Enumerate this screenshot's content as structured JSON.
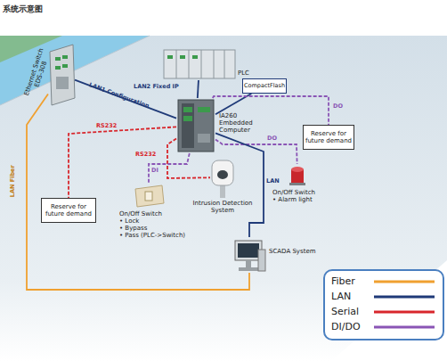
{
  "diagram": {
    "title": "系统示意图",
    "nodes": [
      {
        "text": [
          "Ethernet Switch EDS-308"
        ]
      },
      {
        "text": [
          "PLC"
        ]
      },
      {
        "text": [
          "CompactFlash"
        ]
      },
      {
        "text": [
          "IA260 Embedded Computer"
        ]
      },
      {
        "text": [
          "Reserve for future demand"
        ]
      },
      {
        "text": [
          "Reserve for future demand"
        ]
      },
      {
        "text": [
          "On/Off Switch",
          "• Lock",
          "• Bypass",
          "• Pass (PLC->Switch)"
        ]
      },
      {
        "text": [
          "Intrusion Detection System"
        ]
      },
      {
        "text": [
          "On/Off Switch",
          "• Alarm light"
        ]
      },
      {
        "text": [
          "SCADA System"
        ]
      }
    ],
    "edges": [
      {
        "from": 0,
        "to": 3,
        "arrow": "none",
        "label": "LAN1 Configuration"
      },
      {
        "from": 1,
        "to": 3,
        "arrow": "none",
        "label": "LAN2 Fixed IP"
      },
      {
        "from": 2,
        "to": 3,
        "arrow": "none"
      },
      {
        "from": 3,
        "to": 4,
        "arrow": "none",
        "label": "RS232"
      },
      {
        "from": 3,
        "to": 7,
        "arrow": "none",
        "label": "RS232"
      },
      {
        "from": 3,
        "to": 5,
        "arrow": "none",
        "label": "DO"
      },
      {
        "from": 3,
        "to": 8,
        "arrow": "none",
        "label": "DO"
      },
      {
        "from": 3,
        "to": 6,
        "arrow": "none",
        "label": "DI"
      },
      {
        "from": 0,
        "to": 9,
        "arrow": "none",
        "label": "LAN Fiber"
      },
      {
        "from": 3,
        "to": 9,
        "arrow": "none",
        "label": "LAN"
      }
    ],
    "legend": [
      {
        "text": "Fiber",
        "color": "#f0a030"
      },
      {
        "text": "LAN",
        "color": "#1f3a78"
      },
      {
        "text": "Serial",
        "color": "#d8262c"
      },
      {
        "text": "DI/DO",
        "color": "#8a55b5"
      }
    ]
  }
}
